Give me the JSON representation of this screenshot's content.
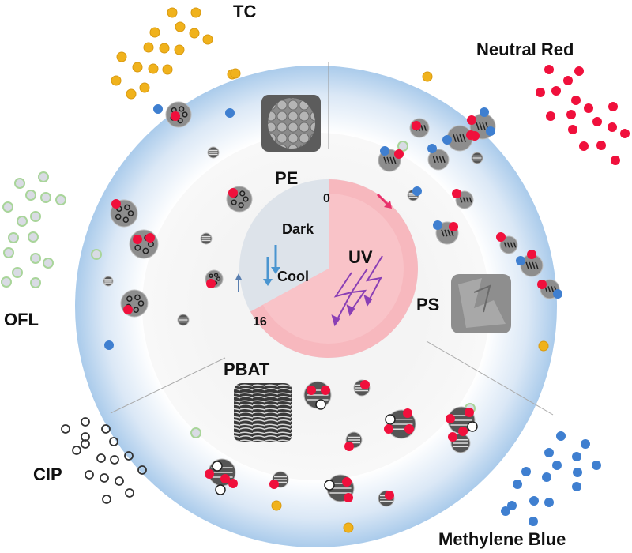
{
  "labels": {
    "tc": "TC",
    "neutral_red": "Neutral Red",
    "ofl": "OFL",
    "cip": "CIP",
    "methylene_blue": "Methylene Blue",
    "pe": "PE",
    "ps": "PS",
    "pbat": "PBAT",
    "dark": "Dark",
    "cool": "Cool",
    "uv": "UV",
    "time_start": "0",
    "time_end": "16"
  },
  "cycle": {
    "uv_fraction": 0.67,
    "dark_fraction": 0.33
  },
  "colors": {
    "tc": "#f0b21c",
    "neutral_red": "#f0103c",
    "ofl_fill": "#d9dbe4",
    "ofl_stroke": "#a9d59a",
    "cip_stroke": "#333333",
    "methylene_blue": "#3f7fd0",
    "outer_ring": "#b8d4ee",
    "inner_ring": "#f2f2f2",
    "uv_sector": "#f7b8be",
    "dark_sector": "#dde3ea",
    "uv_arrow": "#8a3fb5",
    "cool_arrow": "#4a95d0"
  }
}
